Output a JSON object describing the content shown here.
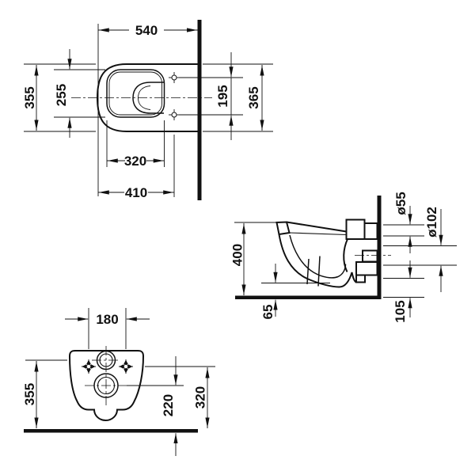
{
  "dims": {
    "plan": {
      "width": "540",
      "depth": "355",
      "bowl_inner_depth": "255",
      "hole_spacing": "195",
      "wall_width": "365",
      "bowl_inner_length": "320",
      "hole_distance_front": "410"
    },
    "side": {
      "height": "400",
      "bottom_clearance": "65",
      "inlet_diameter": "ø55",
      "outlet_diameter": "ø102",
      "outlet_bottom_height": "105"
    },
    "front": {
      "hole_spacing": "180",
      "height": "355",
      "outlet_center_height": "220",
      "hole_height": "320"
    }
  },
  "colors": {
    "line": "#111111",
    "background": "#ffffff"
  }
}
